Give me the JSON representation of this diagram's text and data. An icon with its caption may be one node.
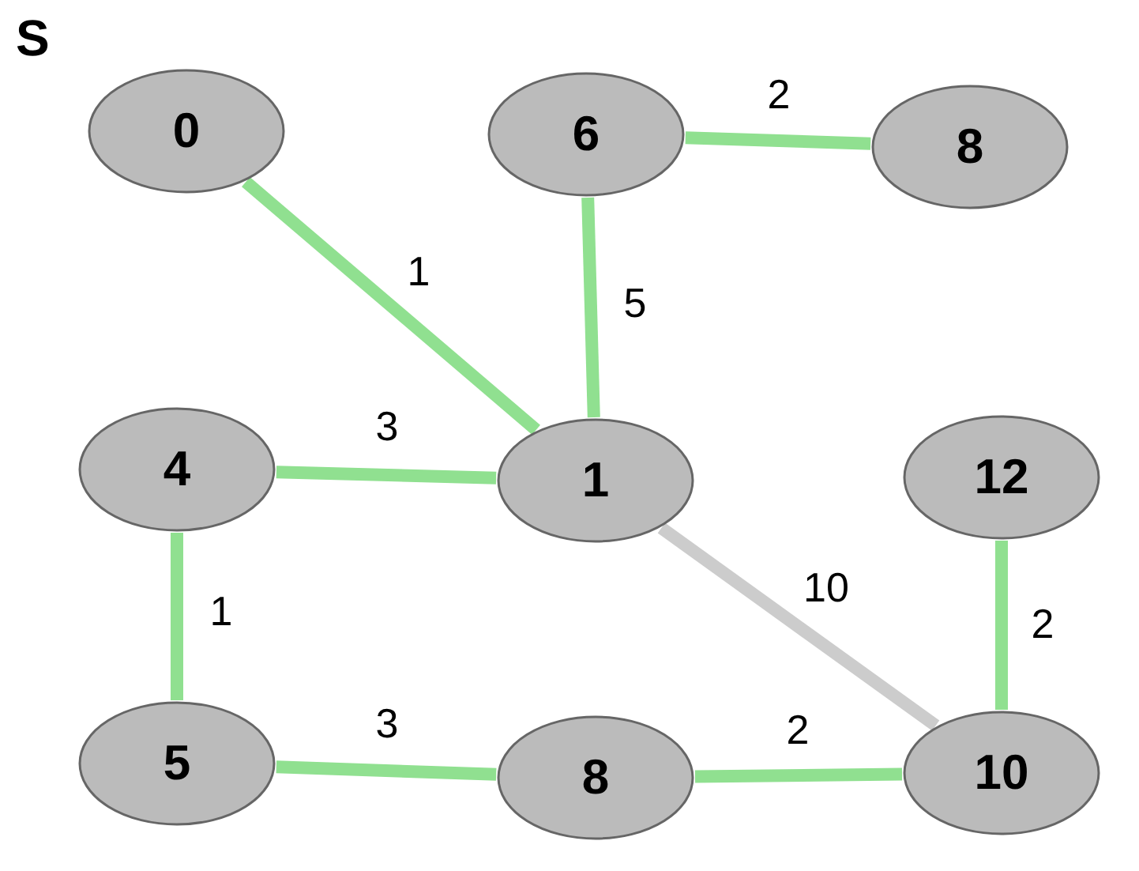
{
  "diagram": {
    "title": "S",
    "nodes": [
      {
        "text": [
          "0"
        ]
      },
      {
        "text": [
          "6"
        ]
      },
      {
        "text": [
          "8"
        ]
      },
      {
        "text": [
          "4"
        ]
      },
      {
        "text": [
          "1"
        ]
      },
      {
        "text": [
          "12"
        ]
      },
      {
        "text": [
          "5"
        ]
      },
      {
        "text": [
          "8"
        ]
      },
      {
        "text": [
          "10"
        ]
      }
    ],
    "edges": [
      {
        "from": 0,
        "to": 4,
        "arrow": "none",
        "label": "1"
      },
      {
        "from": 1,
        "to": 2,
        "arrow": "none",
        "label": "2"
      },
      {
        "from": 1,
        "to": 4,
        "arrow": "none",
        "label": "5"
      },
      {
        "from": 3,
        "to": 4,
        "arrow": "none",
        "label": "3"
      },
      {
        "from": 4,
        "to": 8,
        "arrow": "none",
        "label": "10",
        "color": "#cccccc"
      },
      {
        "from": 5,
        "to": 8,
        "arrow": "none",
        "label": "2"
      },
      {
        "from": 3,
        "to": 6,
        "arrow": "none",
        "label": "1"
      },
      {
        "from": 6,
        "to": 7,
        "arrow": "none",
        "label": "3"
      },
      {
        "from": 7,
        "to": 8,
        "arrow": "none",
        "label": "2"
      }
    ]
  }
}
